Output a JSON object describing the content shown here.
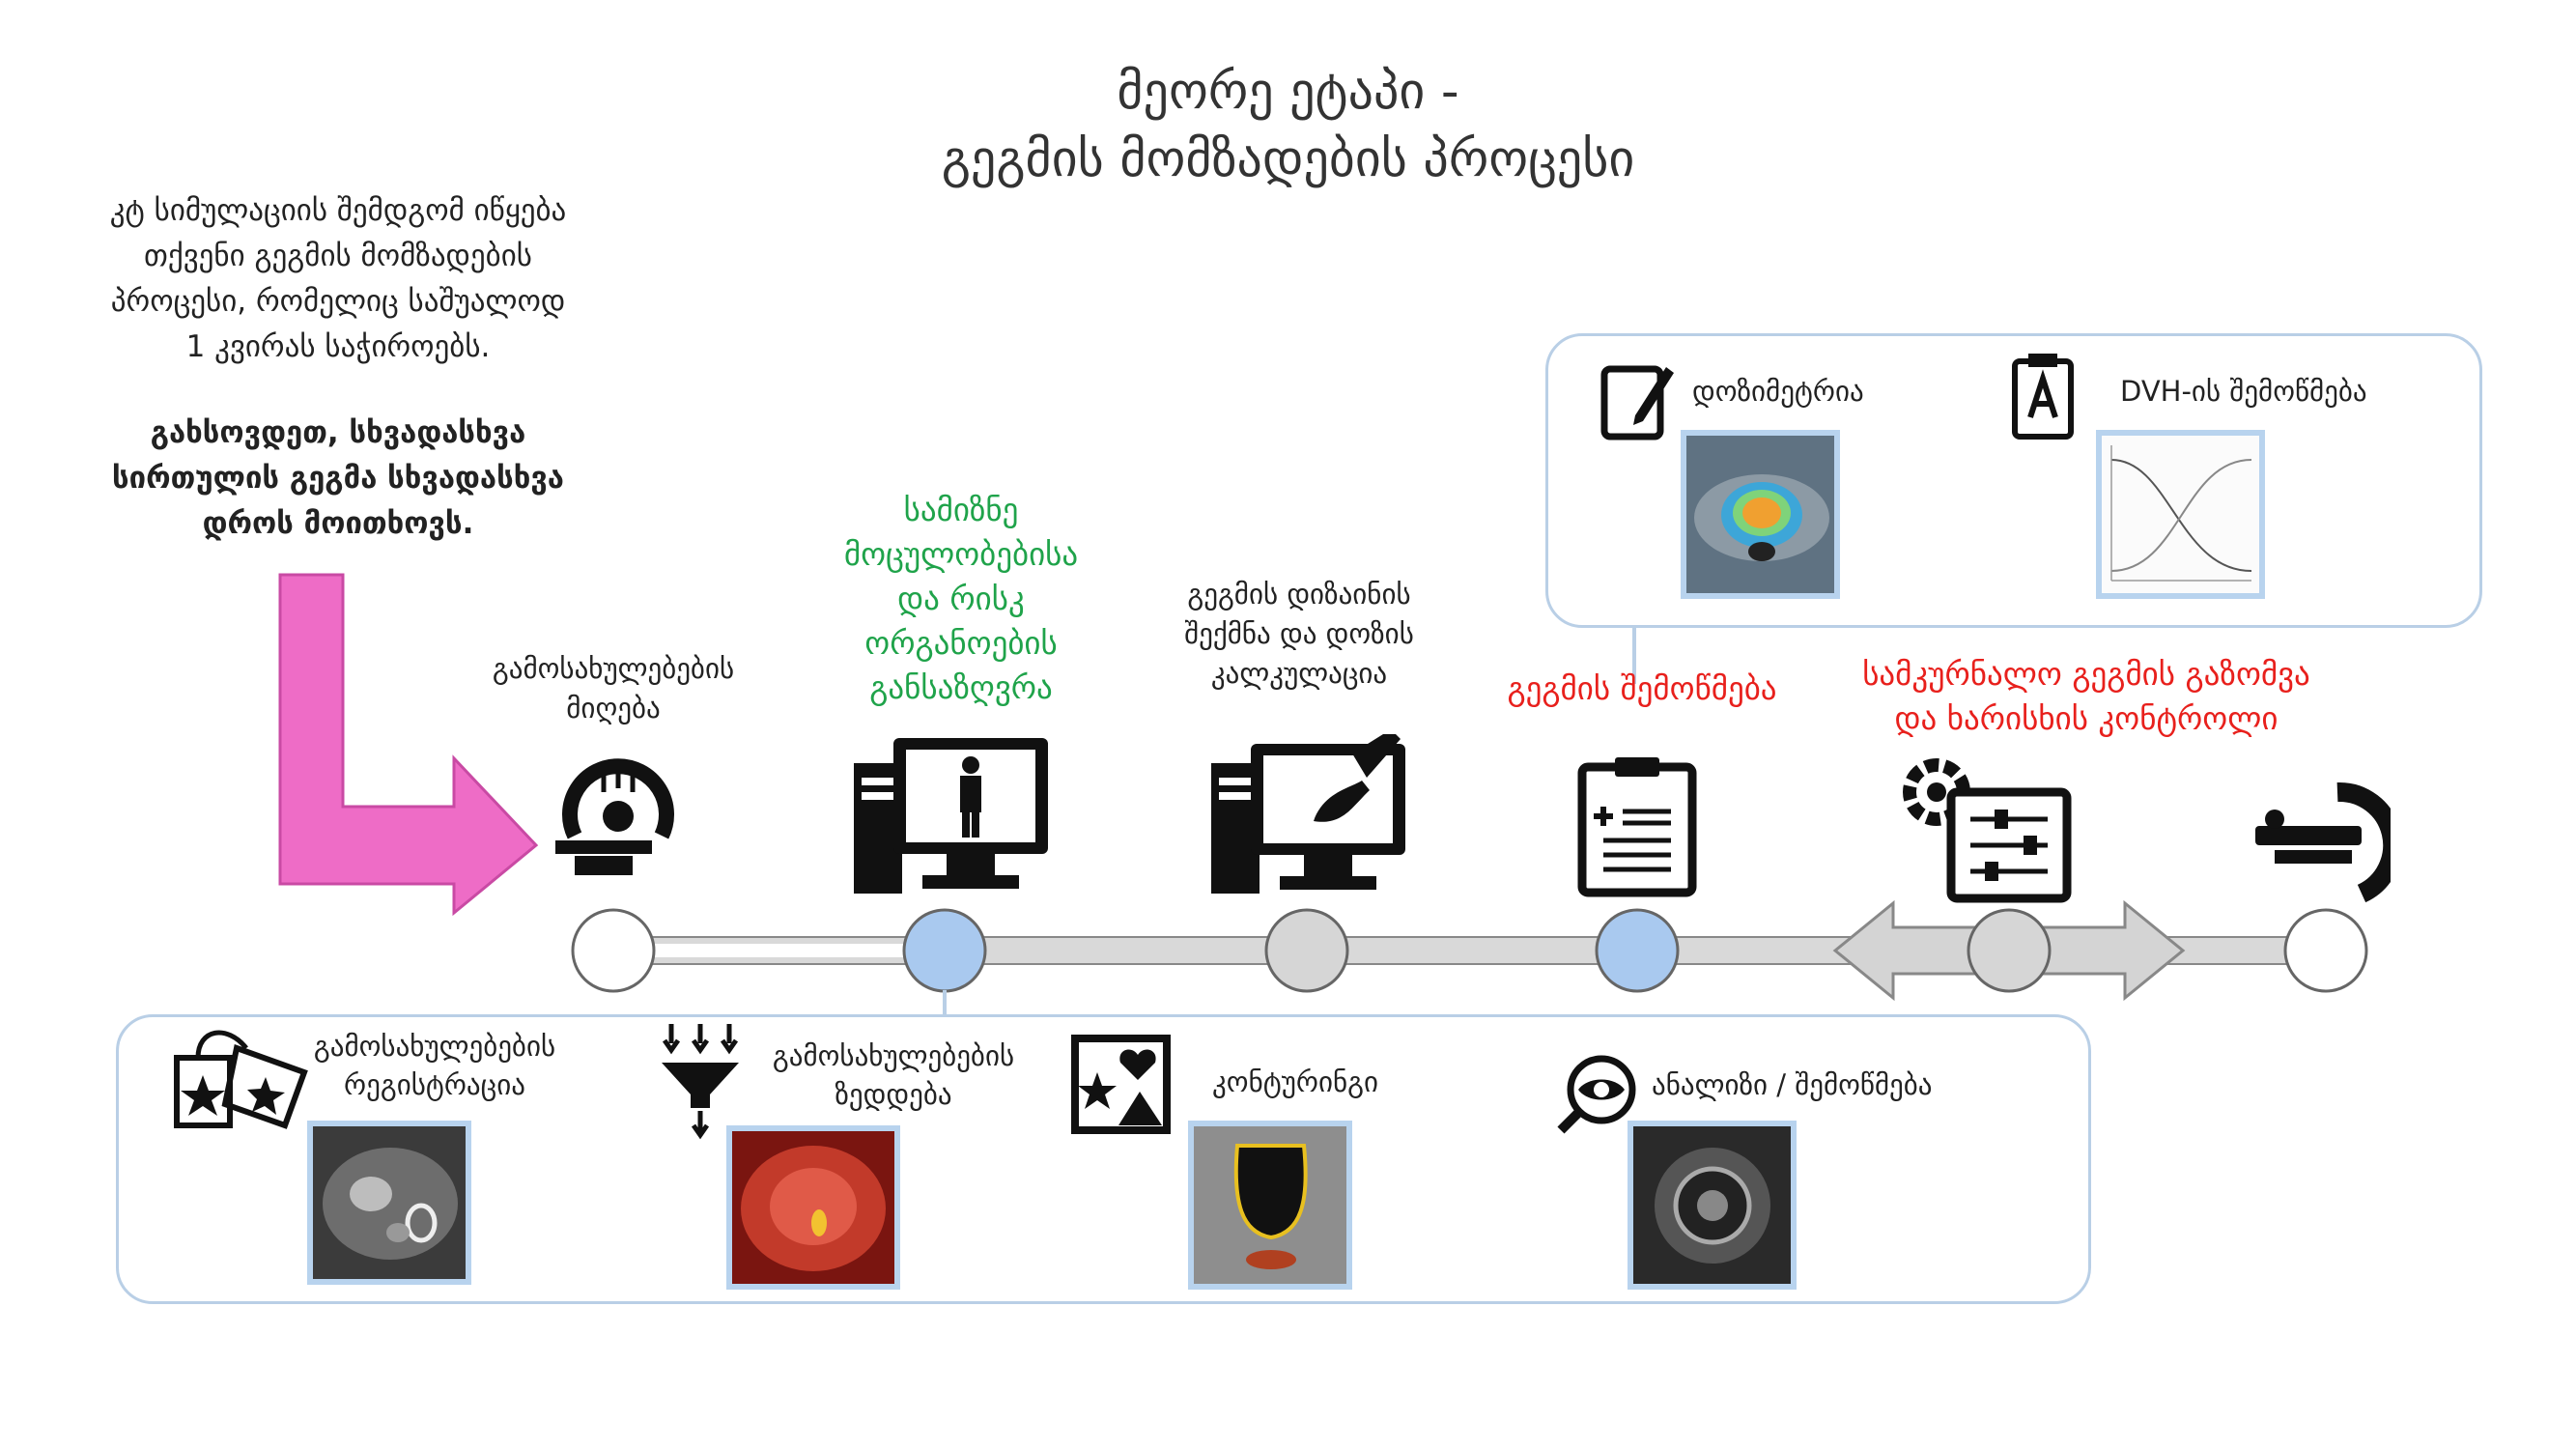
{
  "title": {
    "line1": "მეორე ეტაპი -",
    "line2": "გეგმის მომზადების პროცესი"
  },
  "intro": {
    "text_lines": [
      "კტ სიმულაციის შემდგომ იწყება",
      "თქვენი გეგმის მომზადების",
      "პროცესი, რომელიც საშუალოდ",
      "1 კვირას საჭიროებს."
    ],
    "bold_lines": [
      "გახსოვდეთ, სხვადასხვა",
      "სირთულის გეგმა სხვადასხვა",
      "დროს მოითხოვს."
    ]
  },
  "steps": {
    "images": [
      "გამოსახულებების",
      "მიღება"
    ],
    "contouring": [
      "სამიზნე",
      "მოცულობებისა",
      "და რისკ",
      "ორგანოების",
      "განსაზღვრა"
    ],
    "design": [
      "გეგმის დიზაინის",
      "შექმნა და დოზის",
      "კალკულაცია"
    ],
    "check": [
      "გეგმის შემოწმება"
    ],
    "qa": [
      "სამკურნალო გეგმის გაზომვა",
      "და  ხარისხის კონტროლი"
    ]
  },
  "top_panel": {
    "dosimetry_label": "დოზიმეტრია",
    "dvh_label": "DVH-ის შემოწმება"
  },
  "bottom_panel": {
    "registration_label": [
      "გამოსახულებების",
      "რეგისტრაცია"
    ],
    "fusion_label": [
      "გამოსახულებების",
      "ზედდება"
    ],
    "contouring_label": "კონტურინგი",
    "analysis_label": "ანალიზი / შემოწმება"
  },
  "colors": {
    "green": "#1fa34a",
    "red": "#e8201c",
    "arrow_pink": "#ee6cc6",
    "node_blue": "#a9c9ef",
    "node_grey": "#d6d6d6",
    "panel_border": "#b9cfe6"
  }
}
